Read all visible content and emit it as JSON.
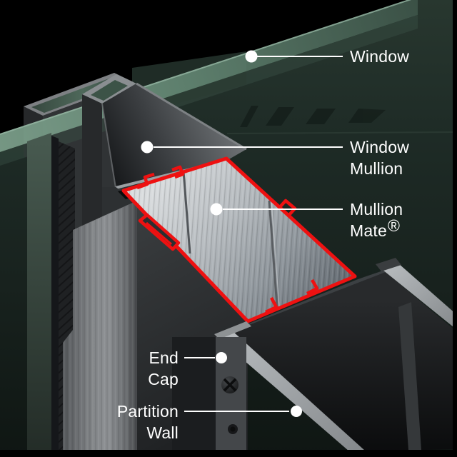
{
  "diagram": {
    "subject": "window mullion partition connection cutaway",
    "labels": {
      "window": {
        "text": "Window"
      },
      "window_mullion": {
        "line1": "Window",
        "line2": "Mullion"
      },
      "mullion_mate": {
        "line1": "Mullion",
        "line2": "Mate",
        "reg_mark": "®"
      },
      "end_cap": {
        "line1": "End",
        "line2": "Cap"
      },
      "partition_wall": {
        "line1": "Partition",
        "line2": "Wall"
      }
    },
    "markers": {
      "style": "leader-dot-icon",
      "count": 5
    },
    "colors": {
      "background": "#000000",
      "glass_face": "#1d2b26",
      "glass_edge_band": "#6f957f",
      "mullion_gray": "#5f6265",
      "aluminum": "#aab0b5",
      "highlight_red": "#ee1111",
      "label_text": "#ffffff"
    }
  }
}
